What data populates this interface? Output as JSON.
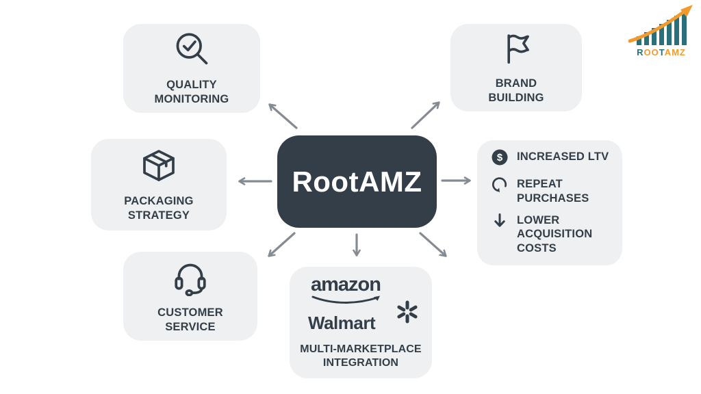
{
  "center": {
    "label": "RootAMZ"
  },
  "nodes": {
    "quality_monitoring": {
      "label": "QUALITY\nMONITORING",
      "icon": "magnifier-check-icon"
    },
    "brand_building": {
      "label": "BRAND\nBUILDING",
      "icon": "flag-icon"
    },
    "packaging_strategy": {
      "label": "PACKAGING\nSTRATEGY",
      "icon": "package-box-icon"
    },
    "customer_service": {
      "label": "CUSTOMER\nSERVICE",
      "icon": "headset-icon"
    },
    "marketplace": {
      "label": "MULTI-MARKETPLACE\nINTEGRATION",
      "brands": {
        "amazon": "amazon",
        "walmart": "Walmart"
      },
      "icons": [
        "amazon-smile-icon",
        "walmart-spark-icon"
      ]
    }
  },
  "benefits": {
    "items": [
      {
        "label": "INCREASED LTV",
        "icon": "dollar-circle-icon"
      },
      {
        "label": "REPEAT\nPURCHASES",
        "icon": "repeat-icon"
      },
      {
        "label": "LOWER\nACQUISITION\nCOSTS",
        "icon": "down-arrow-icon"
      }
    ]
  },
  "logo": {
    "part1": "R",
    "part2": "OO",
    "part3": "T",
    "part4": "AMZ"
  },
  "colors": {
    "dark": "#333e48",
    "box_bg": "#eef0f1",
    "arrow_gray": "#858b92",
    "logo_teal": "#2b6f7a",
    "logo_orange": "#f29a2e",
    "background": "#ffffff"
  }
}
